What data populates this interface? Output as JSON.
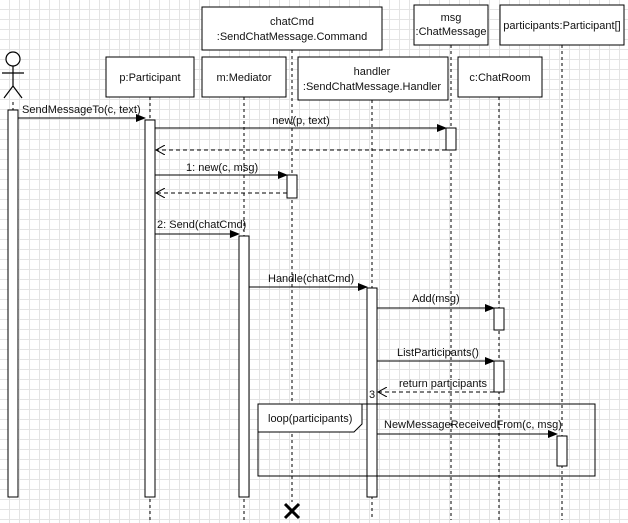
{
  "actor": {
    "name": ""
  },
  "lifelines": [
    {
      "id": "p",
      "line1": "p:Participant",
      "line2": ""
    },
    {
      "id": "m",
      "line1": "m:Mediator",
      "line2": ""
    },
    {
      "id": "chatCmd",
      "line1": "chatCmd",
      "line2": ":SendChatMessage.Command"
    },
    {
      "id": "handler",
      "line1": "handler",
      "line2": ":SendChatMessage.Handler"
    },
    {
      "id": "msg",
      "line1": "msg",
      "line2": ":ChatMessage"
    },
    {
      "id": "room",
      "line1": "c:ChatRoom",
      "line2": ""
    },
    {
      "id": "participants",
      "line1": "participants:Participant[]",
      "line2": ""
    }
  ],
  "messages": [
    {
      "label": "SendMessageTo(c, text)",
      "kind": "call"
    },
    {
      "label": "new(p, text)",
      "kind": "call"
    },
    {
      "label": "",
      "kind": "return"
    },
    {
      "label": "1: new(c, msg)",
      "kind": "call"
    },
    {
      "label": "",
      "kind": "return"
    },
    {
      "label": "2: Send(chatCmd)",
      "kind": "call"
    },
    {
      "label": "Handle(chatCmd)",
      "kind": "call"
    },
    {
      "label": "Add(msg)",
      "kind": "call"
    },
    {
      "label": "ListParticipants()",
      "kind": "call"
    },
    {
      "label": "return participants",
      "kind": "return"
    },
    {
      "label": "NewMessageReceivedFrom(c, msg)",
      "kind": "call"
    }
  ],
  "step_marker": "3",
  "loop_fragment": {
    "label": "loop(participants)"
  },
  "destroy_mark": "chatCmd"
}
